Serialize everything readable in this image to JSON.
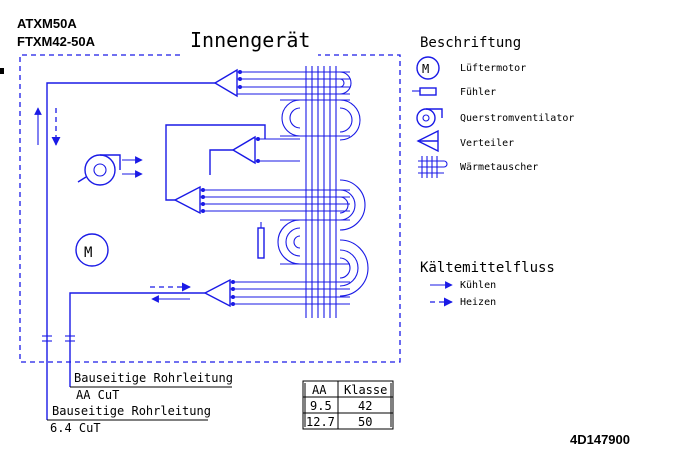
{
  "header": {
    "model_1": "ATXM50A",
    "model_2": "FTXM42-50A",
    "title": "Innengerät"
  },
  "legend": {
    "heading": "Beschriftung",
    "items": [
      {
        "label": "Lüftermotor",
        "icon": "fan-motor-icon"
      },
      {
        "label": "Fühler",
        "icon": "sensor-icon"
      },
      {
        "label": "Querstromventilator",
        "icon": "crossflow-fan-icon"
      },
      {
        "label": "Verteiler",
        "icon": "distributor-icon"
      },
      {
        "label": "Wärmetauscher",
        "icon": "heat-exchanger-icon"
      }
    ],
    "motor_glyph": "M"
  },
  "flow": {
    "heading": "Kältemittelfluss",
    "cooling_label": "Kühlen",
    "heating_label": "Heizen"
  },
  "piping": {
    "line_1_label": "Bauseitige Rohrleitung",
    "line_1_spec": "AA CuT",
    "line_2_label": "Bauseitige Rohrleitung",
    "line_2_spec": "6.4 CuT"
  },
  "motor_glyph_main": "M",
  "table": {
    "headers": [
      "AA",
      "Klasse"
    ],
    "rows": [
      [
        "9.5",
        "42"
      ],
      [
        "12.7",
        "50"
      ]
    ]
  },
  "doc_id": "4D147900",
  "colors": {
    "line": "#1a1ae6",
    "text": "#000000",
    "background": "#ffffff"
  }
}
